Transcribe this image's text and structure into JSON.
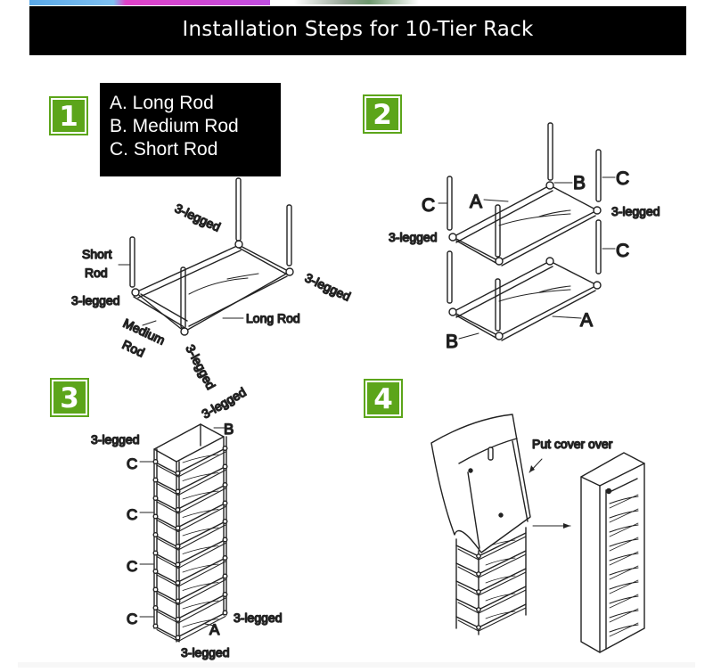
{
  "header": {
    "title": "Installation Steps for 10-Tier Rack"
  },
  "colors": {
    "badge": "#5ca51a",
    "banner": "#000000",
    "label_gray": "#777777"
  },
  "steps": [
    {
      "number": "1",
      "icon": "rack-base-assembly-diagram"
    },
    {
      "number": "2",
      "icon": "two-tier-stack-diagram"
    },
    {
      "number": "3",
      "icon": "ten-tier-frame-diagram"
    },
    {
      "number": "4",
      "icon": "cover-installation-diagram"
    }
  ],
  "legend": {
    "items": [
      "A. Long Rod",
      "B. Medium Rod",
      "C. Short Rod"
    ]
  },
  "step1_labels": {
    "three_legged": "3-legged",
    "short_rod_1": "Short",
    "short_rod_2": "Rod",
    "medium_rod_1": "Medium",
    "medium_rod_2": "Rod",
    "long_rod": "Long Rod"
  },
  "step2_labels": {
    "a": "A",
    "b": "B",
    "c": "C",
    "three_legged": "3-legged"
  },
  "step3_labels": {
    "a": "A",
    "b": "B",
    "c": "C",
    "three_legged": "3-legged"
  },
  "step4_labels": {
    "put_cover_over": "Put cover over"
  }
}
